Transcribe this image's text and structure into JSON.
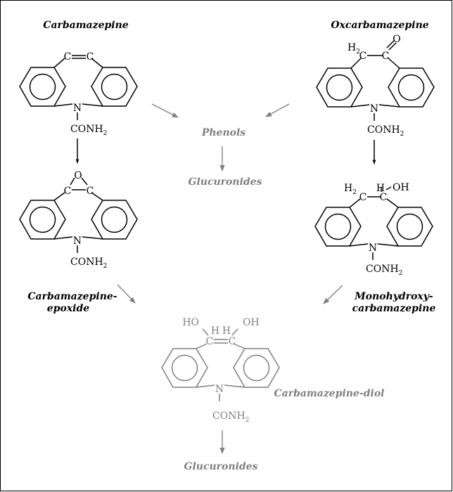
{
  "compounds": {
    "carbamazepine": {
      "label": "Carbamazepine"
    },
    "oxcarbamazepine": {
      "label": "Oxcarbamazepine"
    },
    "epoxide": {
      "label_line1": "Carbamazepine-",
      "label_line2": "epoxide"
    },
    "monohydroxy": {
      "label_line1": "Monohydroxy-",
      "label_line2": "carbamazepine"
    },
    "diol": {
      "label": "Carbamazepine-diol"
    },
    "phenols": {
      "label": "Phenols"
    },
    "glucuronides_top": {
      "label": "Glucuronides"
    },
    "glucuronides_bottom": {
      "label": "Glucuronides"
    }
  },
  "atoms": {
    "carbon": "C",
    "nitrogen": "N",
    "oxygen": "O",
    "hydroxyl": "OH",
    "hydroxyl_left": "HO",
    "hydrogen": "H",
    "h2_prefix": "H",
    "h2_subscript": "2",
    "amide_prefix": "CONH",
    "amide_subscript": "2"
  },
  "colors": {
    "primary": "#000000",
    "secondary": "#7f7f7f",
    "frame": "#000000",
    "background": "#ffffff"
  }
}
